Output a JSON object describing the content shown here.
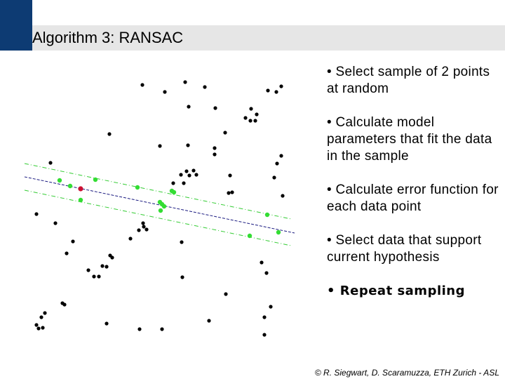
{
  "title": "Algorithm 3: RANSAC",
  "steps": [
    "• Select sample of 2 points at random",
    "• Calculate model parameters that fit the data in the sample",
    "• Calculate error function for each data point",
    "• Select data that support current hypothesis",
    "• Repeat sampling"
  ],
  "footer": "© R. Siegwart, D. Scaramuzza, ETH Zurich - ASL",
  "colors": {
    "header_block": "#0d3b73",
    "title_bar": "#e6e6e6",
    "outlier_point": "#000000",
    "inlier_point": "#33dd33",
    "sample_point": "#cc1133",
    "model_line": "#1a1a80",
    "threshold_line": "#33cc33"
  },
  "legend_semantics": {
    "black_points": "outliers",
    "green_points": "inliers",
    "red_points": "random sample",
    "blue_line": "hypothesis model",
    "green_dashed_lines": "inlier threshold band"
  }
}
